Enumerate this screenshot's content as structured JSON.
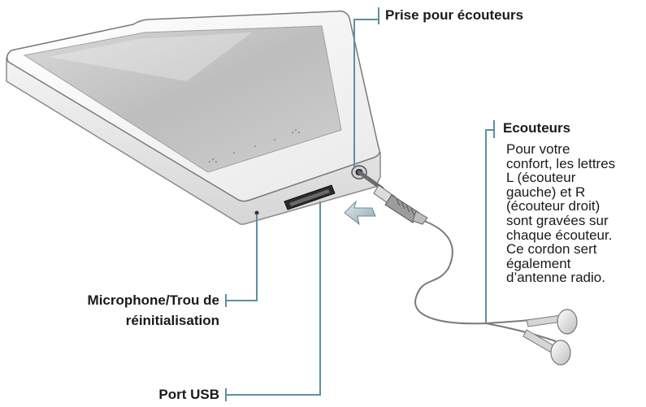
{
  "labels": {
    "prise": "Prise pour écouteurs",
    "ecouteurs_title": "Ecouteurs",
    "ecouteurs_desc_lines": [
      "Pour votre",
      "confort, les lettres",
      "L (écouteur",
      "gauche) et R",
      "(écouteur droit)",
      "sont gravées sur",
      "chaque écouteur.",
      "Ce cordon sert",
      "également",
      "d’antenne radio."
    ],
    "micro_line1": "Microphone/Trou de",
    "micro_line2": "réinitialisation",
    "usb": "Port USB"
  },
  "colors": {
    "leader": "#5d8fa1",
    "device_outline": "#8a8a8a",
    "screen": "#c9c9c9",
    "text": "#1a1a1a"
  },
  "icons": {
    "arrow": "insert-arrow-icon"
  }
}
